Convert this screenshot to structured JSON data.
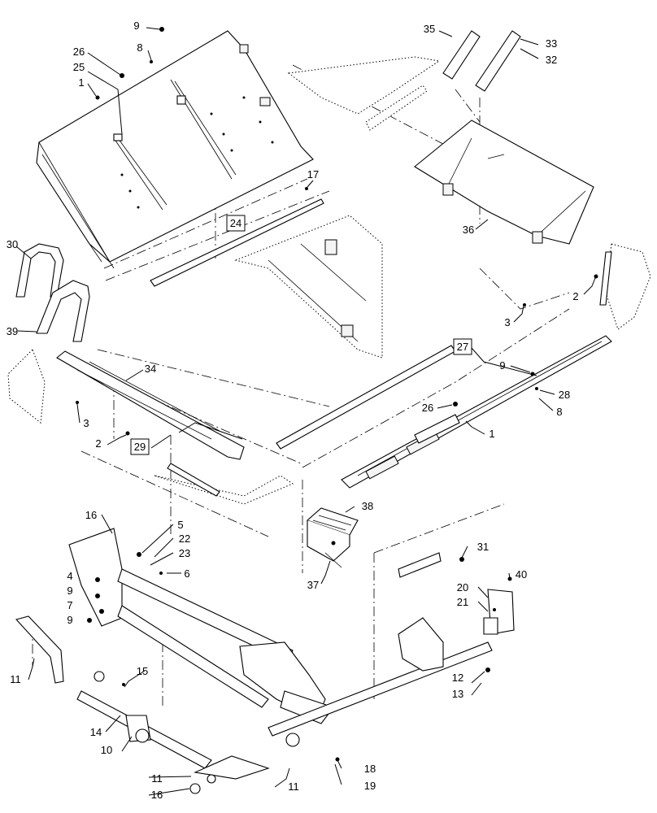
{
  "callouts": {
    "c1a": "1",
    "c1b": "1",
    "c2a": "2",
    "c2b": "2",
    "c3a": "3",
    "c3b": "3",
    "c4": "4",
    "c5": "5",
    "c6": "6",
    "c7": "7",
    "c8a": "8",
    "c8b": "8",
    "c9a": "9",
    "c9b": "9",
    "c9c": "9",
    "c9d": "9",
    "c10": "10",
    "c11a": "11",
    "c11b": "11",
    "c11c": "11",
    "c12": "12",
    "c13": "13",
    "c14": "14",
    "c15": "15",
    "c16a": "16",
    "c16b": "16",
    "c17": "17",
    "c18": "18",
    "c19": "19",
    "c20": "20",
    "c21": "21",
    "c22": "22",
    "c23": "23",
    "c24": "24",
    "c25": "25",
    "c26a": "26",
    "c26b": "26",
    "c27": "27",
    "c28": "28",
    "c29": "29",
    "c30": "30",
    "c31": "31",
    "c32": "32",
    "c33": "33",
    "c34": "34",
    "c35": "35",
    "c36": "36",
    "c37": "37",
    "c38": "38",
    "c39": "39",
    "c40": "40"
  }
}
